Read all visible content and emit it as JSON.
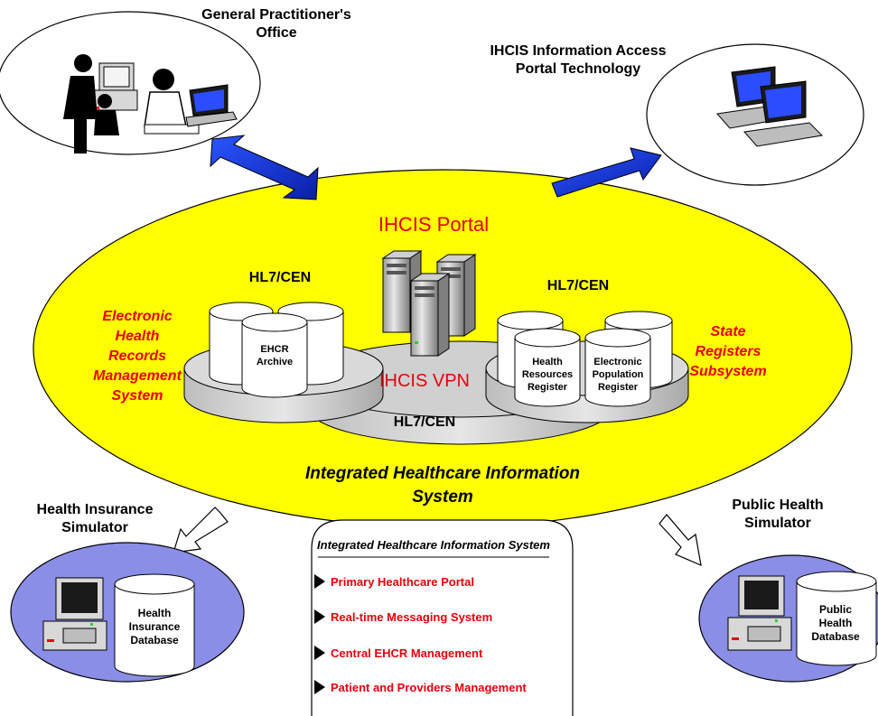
{
  "nodes": {
    "gp_office": "General Practitioner's\nOffice",
    "access_portal": "IHCIS Information Access\nPortal Technology",
    "ihcis_portal": "IHCIS Portal",
    "ihcis_vpn": "IHCIS VPN",
    "hl7_left": "HL7/CEN",
    "hl7_right": "HL7/CEN",
    "hl7_center": "HL7/CEN",
    "ehr_system": "Electronic\nHealth\nRecords\nManagement\nSystem",
    "state_registers": "State\nRegisters\nSubsystem",
    "ehcr_archive": "EHCR\nArchive",
    "health_resources": "Health\nResources\nRegister",
    "population_register": "Electronic\nPopulation\nRegister",
    "integrated_system": "Integrated Healthcare Information\nSystem",
    "health_insurance": "Health Insurance\nSimulator",
    "health_insurance_db": "Health\nInsurance\nDatabase",
    "public_health": "Public Health\nSimulator",
    "public_health_db": "Public\nHealth\nDatabase"
  },
  "panel": {
    "title": "Integrated Healthcare Information System",
    "items": [
      "Primary Healthcare Portal",
      "Real-time Messaging System",
      "Central EHCR Management",
      "Patient and Providers Management"
    ]
  },
  "colors": {
    "yellow_ellipse": "#ffff00",
    "accent_red": "#e8000b",
    "blue_arrow": "#0a2fd6",
    "platform_gray": "#c8c8c8",
    "simulator_blue": "#8a8ee6"
  }
}
